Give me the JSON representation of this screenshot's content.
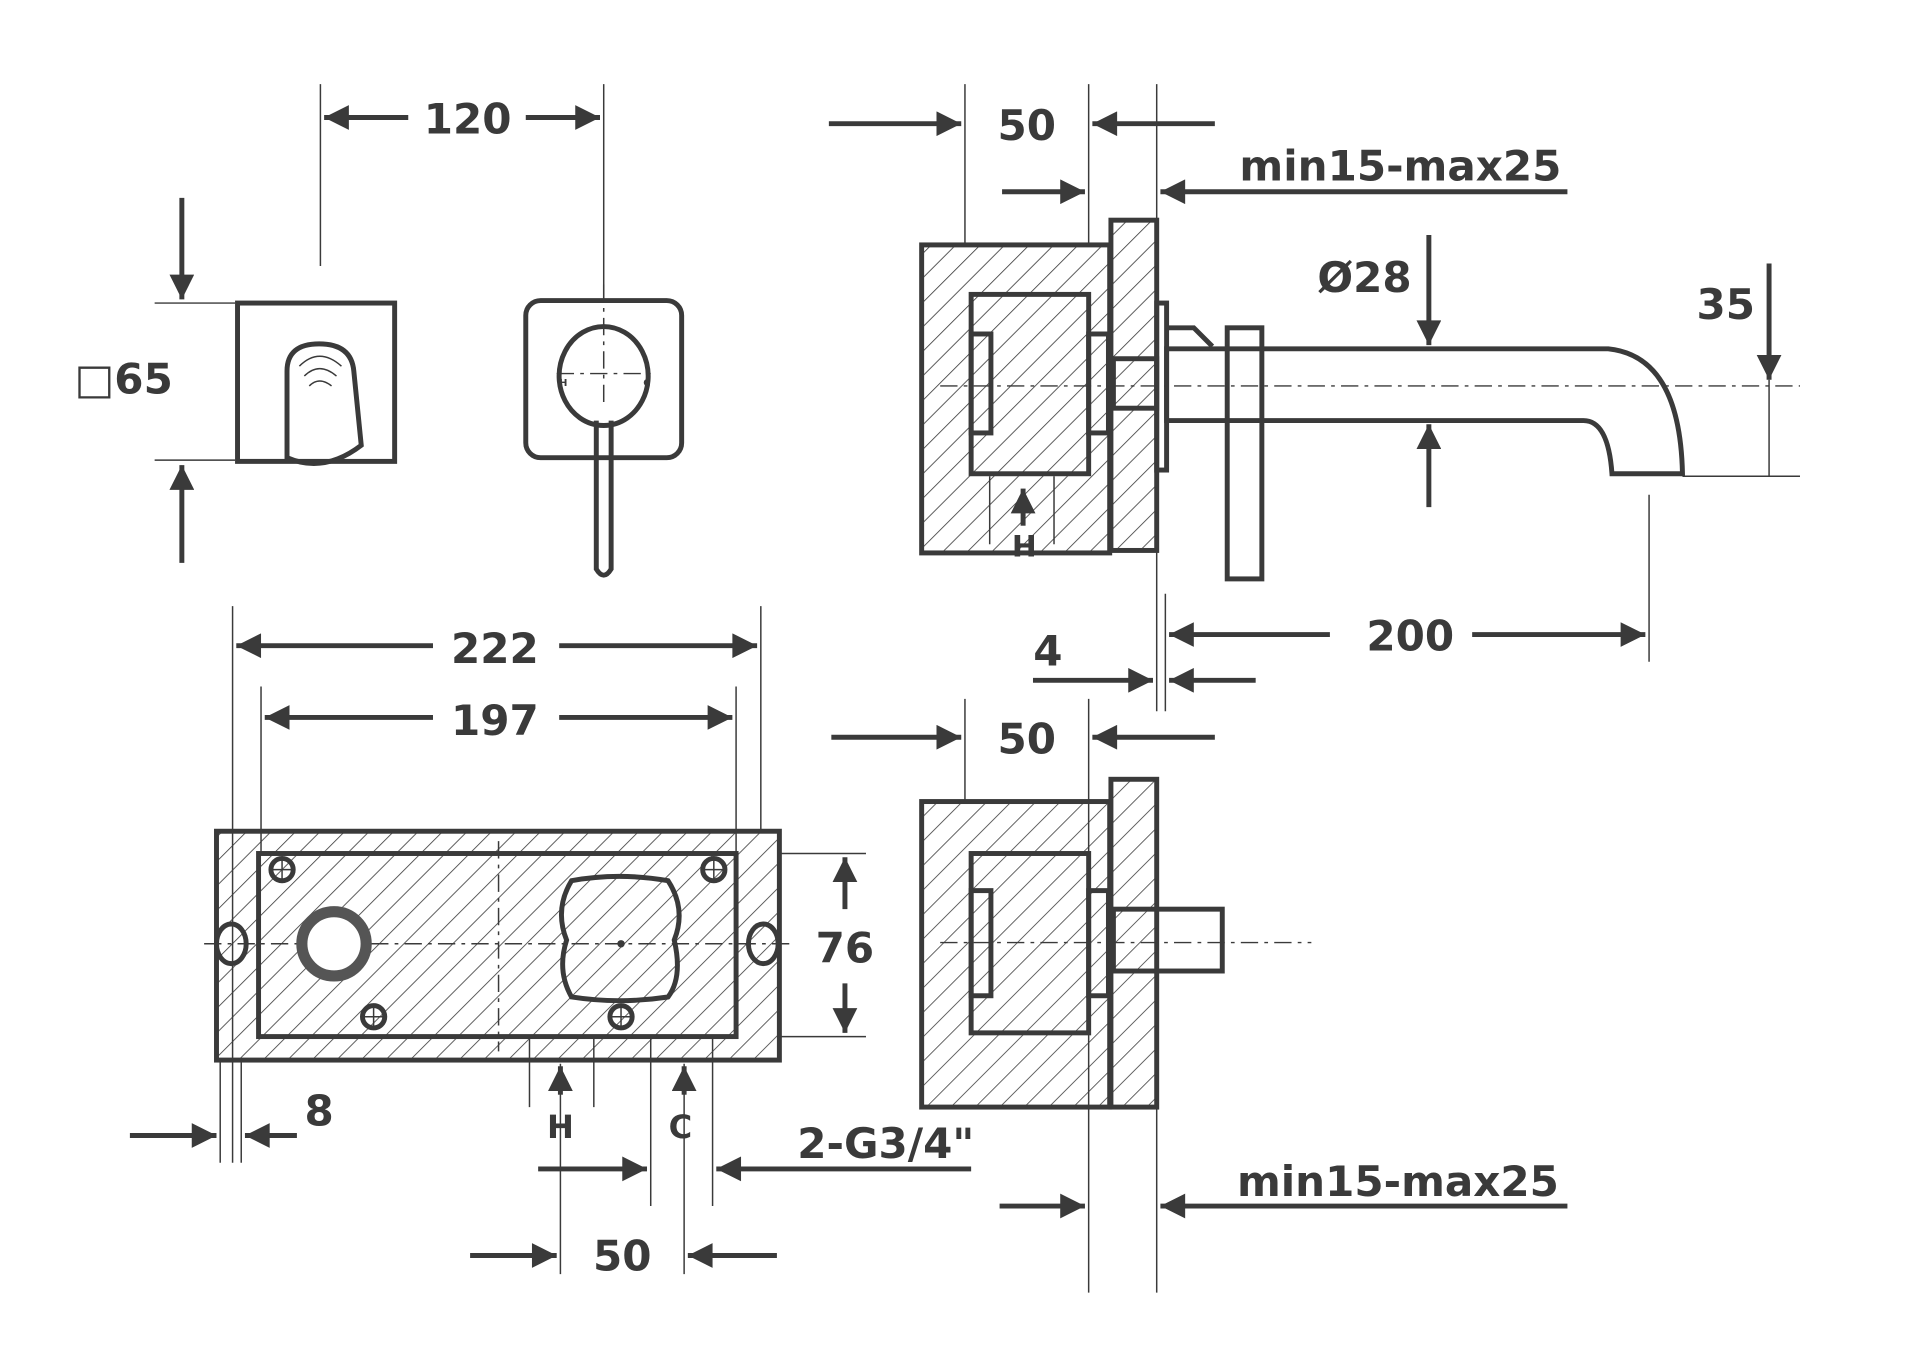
{
  "title": "Wall-mounted basin mixer dimension drawing",
  "dimensions": {
    "handle_spacing": "120",
    "plate_size": "□65",
    "wall_depth_top": "50",
    "wall_range_top": "min15-max25",
    "spout_diameter": "Ø28",
    "spout_height": "35",
    "spout_length": "200",
    "gap": "4",
    "box_outer_width": "222",
    "box_inner_width": "197",
    "box_height": "76",
    "box_wall": "8",
    "inlet_thread": "2-G3/4\"",
    "inlet_spacing": "50",
    "wall_depth_bottom": "50",
    "wall_range_bottom": "min15-max25"
  },
  "labels": {
    "hot": "H",
    "cold": "C",
    "hot_side": "H",
    "plate_hot": "H",
    "plate_cold": "C"
  },
  "colors": {
    "ink": "#3a3a3a",
    "background": "#ffffff"
  }
}
